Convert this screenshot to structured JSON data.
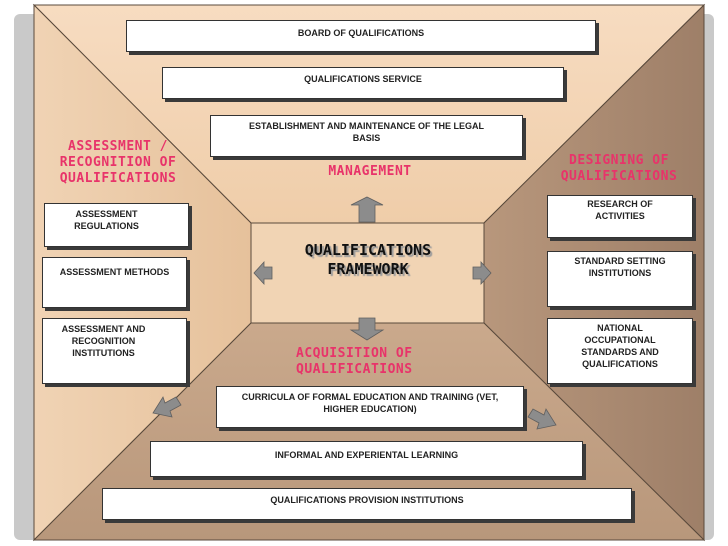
{
  "colors": {
    "frame": "#c6c6c6",
    "top_panel": "#f4d5b7",
    "left_panel": "#ebc9a5",
    "right_panel": "#a98a72",
    "bottom_panel": "#c3a387",
    "center": "#f1d4b4",
    "accent": "#e8336a",
    "arrow": "#8c8c8c"
  },
  "center": {
    "title": "QUALIFICATIONS\nFRAMEWORK"
  },
  "top": {
    "label": "MANAGEMENT",
    "boxes": [
      "BOARD OF QUALIFICATIONS",
      "QUALIFICATIONS SERVICE",
      "ESTABLISHMENT AND MAINTENANCE OF THE LEGAL BASIS"
    ]
  },
  "left": {
    "label": "ASSESSMENT /\nRECOGNITION OF\nQUALIFICATIONS",
    "boxes": [
      "ASSESSMENT\nREGULATIONS",
      "ASSESSMENT METHODS",
      "ASSESSMENT AND\nRECOGNITION\nINSTITUTIONS"
    ]
  },
  "right": {
    "label": "DESIGNING OF\nQUALIFICATIONS",
    "boxes": [
      "RESEARCH OF\nACTIVITIES",
      "STANDARD SETTING\nINSTITUTIONS",
      "NATIONAL\nOCCUPATIONAL\nSTANDARDS AND\nQUALIFICATIONS"
    ]
  },
  "bottom": {
    "label": "ACQUISITION OF\nQUALIFICATIONS",
    "boxes": [
      "CURRICULA OF FORMAL EDUCATION AND TRAINING (VET,\nHIGHER EDUCATION)",
      "INFORMAL AND EXPERIENTAL LEARNING",
      "QUALIFICATIONS PROVISION INSTITUTIONS"
    ]
  }
}
